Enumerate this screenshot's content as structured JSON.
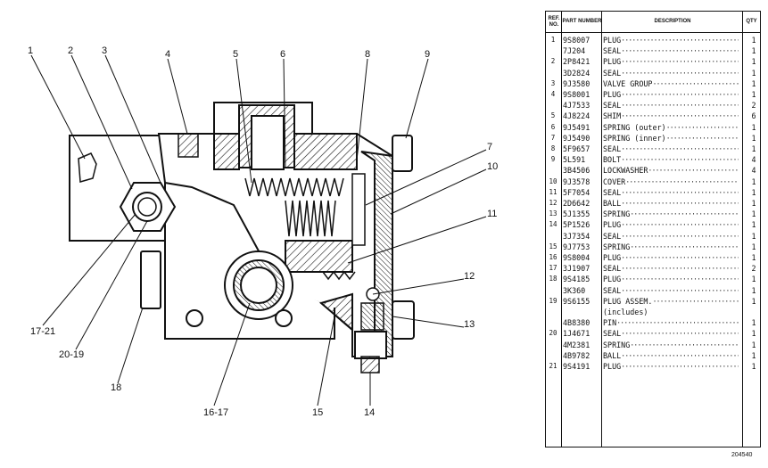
{
  "drawing": {
    "callouts_top": [
      "1",
      "2",
      "3",
      "4",
      "5",
      "6",
      "8",
      "9"
    ],
    "callouts_right": [
      "7",
      "10",
      "11",
      "12",
      "13"
    ],
    "callouts_bottom": [
      "17-21",
      "20-19",
      "18",
      "16-17",
      "15",
      "14"
    ]
  },
  "table": {
    "headers": {
      "ref": "REF. NO.",
      "part": "PART NUMBER",
      "desc": "DESCRIPTION",
      "qty": "QTY"
    },
    "rows": [
      {
        "ref": "1",
        "pn": "9S8007",
        "desc": "PLUG",
        "qty": "1"
      },
      {
        "ref": "",
        "pn": "7J204",
        "desc": "SEAL",
        "qty": "1"
      },
      {
        "ref": "2",
        "pn": "2P8421",
        "desc": "PLUG",
        "qty": "1"
      },
      {
        "ref": "",
        "pn": "3D2824",
        "desc": "SEAL",
        "qty": "1"
      },
      {
        "ref": "3",
        "pn": "9J3580",
        "desc": "VALVE GROUP",
        "qty": "1"
      },
      {
        "ref": "4",
        "pn": "9S8001",
        "desc": "PLUG",
        "qty": "1"
      },
      {
        "ref": "",
        "pn": "4J7533",
        "desc": "SEAL",
        "qty": "2"
      },
      {
        "ref": "5",
        "pn": "4J8224",
        "desc": "SHIM",
        "qty": "6"
      },
      {
        "ref": "6",
        "pn": "9J5491",
        "desc": "SPRING (outer)",
        "qty": "1"
      },
      {
        "ref": "7",
        "pn": "9J5490",
        "desc": "SPRING (inner)",
        "qty": "1"
      },
      {
        "ref": "8",
        "pn": "5F9657",
        "desc": "SEAL",
        "qty": "1"
      },
      {
        "ref": "9",
        "pn": "5L591",
        "desc": "BOLT",
        "qty": "4"
      },
      {
        "ref": "",
        "pn": "3B4506",
        "desc": "LOCKWASHER",
        "qty": "4"
      },
      {
        "ref": "10",
        "pn": "9J3578",
        "desc": "COVER",
        "qty": "1"
      },
      {
        "ref": "11",
        "pn": "5F7054",
        "desc": "SEAL",
        "qty": "1"
      },
      {
        "ref": "12",
        "pn": "2D6642",
        "desc": "BALL",
        "qty": "1"
      },
      {
        "ref": "13",
        "pn": "5J1355",
        "desc": "SPRING",
        "qty": "1"
      },
      {
        "ref": "14",
        "pn": "5P1526",
        "desc": "PLUG",
        "qty": "1"
      },
      {
        "ref": "",
        "pn": "3J7354",
        "desc": "SEAL",
        "qty": "1"
      },
      {
        "ref": "15",
        "pn": "9J7753",
        "desc": "SPRING",
        "qty": "1"
      },
      {
        "ref": "16",
        "pn": "9S8004",
        "desc": "PLUG",
        "qty": "1"
      },
      {
        "ref": "17",
        "pn": "3J1907",
        "desc": "SEAL",
        "qty": "2"
      },
      {
        "ref": "18",
        "pn": "9S4185",
        "desc": "PLUG",
        "qty": "1"
      },
      {
        "ref": "",
        "pn": "3K360",
        "desc": "SEAL",
        "qty": "1"
      },
      {
        "ref": "19",
        "pn": "9S6155",
        "desc": "PLUG ASSEM.",
        "qty": "1"
      },
      {
        "ref": "",
        "pn": "",
        "desc": "(includes)",
        "qty": ""
      },
      {
        "ref": "",
        "pn": "4B8380",
        "desc": "PIN",
        "qty": "1"
      },
      {
        "ref": "20",
        "pn": "1J4671",
        "desc": "SEAL",
        "qty": "1"
      },
      {
        "ref": "",
        "pn": "4M2381",
        "desc": "SPRING",
        "qty": "1"
      },
      {
        "ref": "",
        "pn": "4B9782",
        "desc": "BALL",
        "qty": "1"
      },
      {
        "ref": "21",
        "pn": "9S4191",
        "desc": "PLUG",
        "qty": "1"
      }
    ]
  },
  "figure_number": "204540"
}
